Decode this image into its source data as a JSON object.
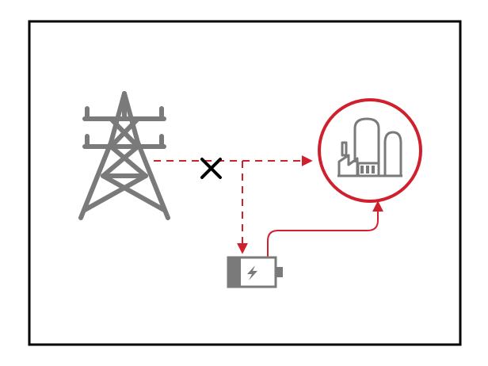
{
  "diagram": {
    "nodes": [
      {
        "id": "grid",
        "icon": "transmission-tower-icon"
      },
      {
        "id": "facility",
        "icon": "factory-icon",
        "highlighted": true
      },
      {
        "id": "storage",
        "icon": "battery-charging-icon"
      }
    ],
    "connections": [
      {
        "from": "grid",
        "to": "facility",
        "style": "dashed",
        "status": "interrupted",
        "marker": "x-mark-icon"
      },
      {
        "from": "grid",
        "to": "storage",
        "style": "dashed"
      },
      {
        "from": "storage",
        "to": "facility",
        "style": "solid"
      }
    ],
    "colors": {
      "frame": "#000000",
      "icon_gray": "#7a7a7a",
      "accent_red": "#d0202e",
      "cross": "#000000"
    }
  }
}
